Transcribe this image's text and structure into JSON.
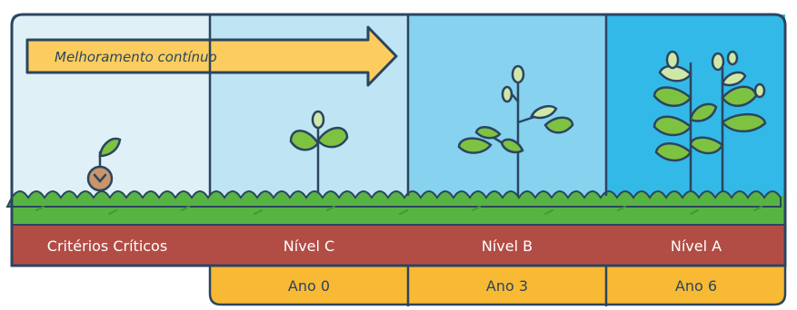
{
  "banner": {
    "label": "Melhoramento contínuo"
  },
  "stages": [
    {
      "label": "Critérios Críticos",
      "bg": "#dff0f7"
    },
    {
      "label": "Nível C",
      "bg": "#bfe4f4"
    },
    {
      "label": "Nível B",
      "bg": "#86d2ef"
    },
    {
      "label": "Nível A",
      "bg": "#33b9e8"
    }
  ],
  "years": [
    {
      "label": "Ano 0"
    },
    {
      "label": "Ano 3"
    },
    {
      "label": "Ano 6"
    }
  ],
  "colors": {
    "frame": "#2b4560",
    "red_band": "#b24d46",
    "year_band": "#f8b934",
    "arrow_fill": "#fccd5e",
    "grass": "#57b443",
    "grass_dark": "#3f9a35",
    "leaf": "#7ec242",
    "seed": "#c9956a"
  },
  "icons": [
    "seed-sprout-icon",
    "small-plant-icon",
    "medium-plant-icon",
    "large-plant-icon"
  ]
}
